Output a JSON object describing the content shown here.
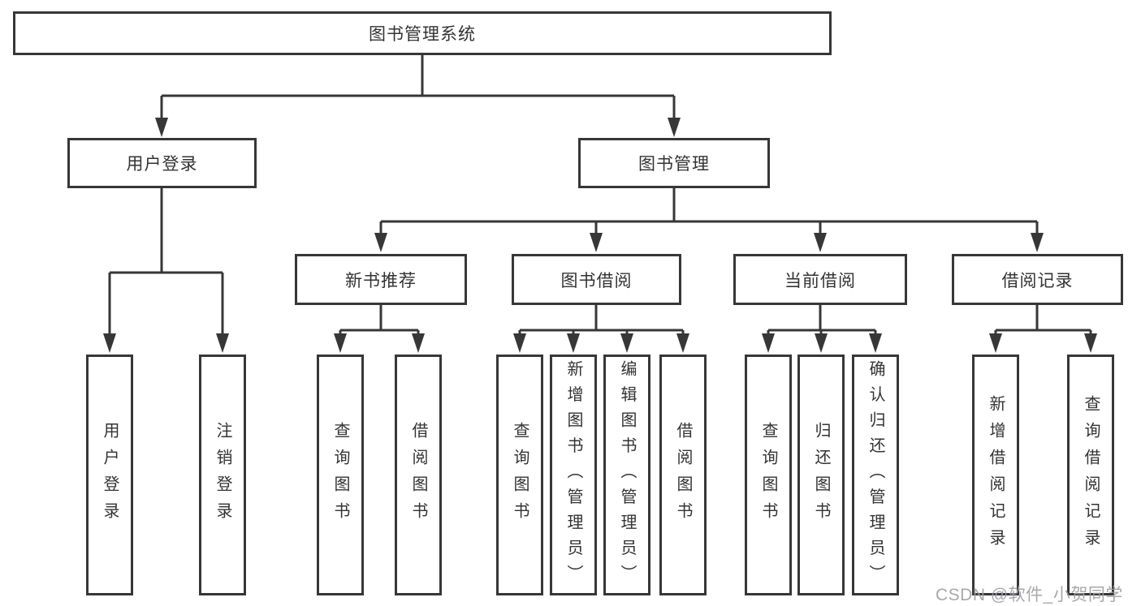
{
  "diagram_title": "图书管理系统",
  "tree": {
    "label": "图书管理系统",
    "children": [
      {
        "label": "用户登录",
        "children": [
          {
            "label": "用户登录"
          },
          {
            "label": "注销登录"
          }
        ]
      },
      {
        "label": "图书管理",
        "children": [
          {
            "label": "新书推荐",
            "children": [
              {
                "label": "查询图书"
              },
              {
                "label": "借阅图书"
              }
            ]
          },
          {
            "label": "图书借阅",
            "children": [
              {
                "label": "查询图书"
              },
              {
                "label": "新增图书（管理员）"
              },
              {
                "label": "编辑图书（管理员）"
              },
              {
                "label": "借阅图书"
              }
            ]
          },
          {
            "label": "当前借阅",
            "children": [
              {
                "label": "查询图书"
              },
              {
                "label": "归还图书"
              },
              {
                "label": "确认归还（管理员）"
              }
            ]
          },
          {
            "label": "借阅记录",
            "children": [
              {
                "label": "新增借阅记录"
              },
              {
                "label": "查询借阅记录"
              }
            ]
          }
        ]
      }
    ]
  },
  "watermark": "CSDN @软件_小贺同学",
  "colors": {
    "line": "#373737",
    "box_border": "#373737",
    "text": "#333333",
    "background": "#ffffff",
    "watermark": "#9e9ea3"
  }
}
